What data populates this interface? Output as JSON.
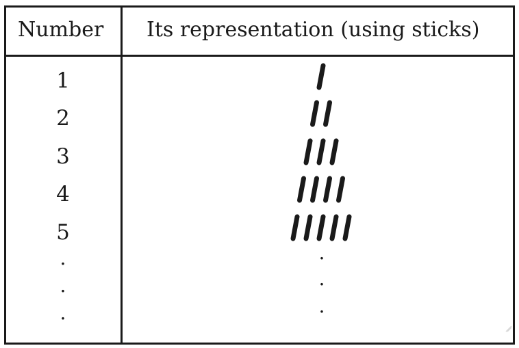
{
  "table": {
    "headers": {
      "number": "Number",
      "representation": "Its representation (using sticks)"
    },
    "rows": [
      {
        "number": "1",
        "sticks": 1
      },
      {
        "number": "2",
        "sticks": 2
      },
      {
        "number": "3",
        "sticks": 3
      },
      {
        "number": "4",
        "sticks": 4
      },
      {
        "number": "5",
        "sticks": 5
      }
    ],
    "continuation": {
      "number_dots": [
        ".",
        ".",
        "."
      ],
      "representation_dots": [
        ".",
        ".",
        "."
      ]
    }
  },
  "colors": {
    "ink": "#1a1a1a",
    "background": "#ffffff"
  }
}
